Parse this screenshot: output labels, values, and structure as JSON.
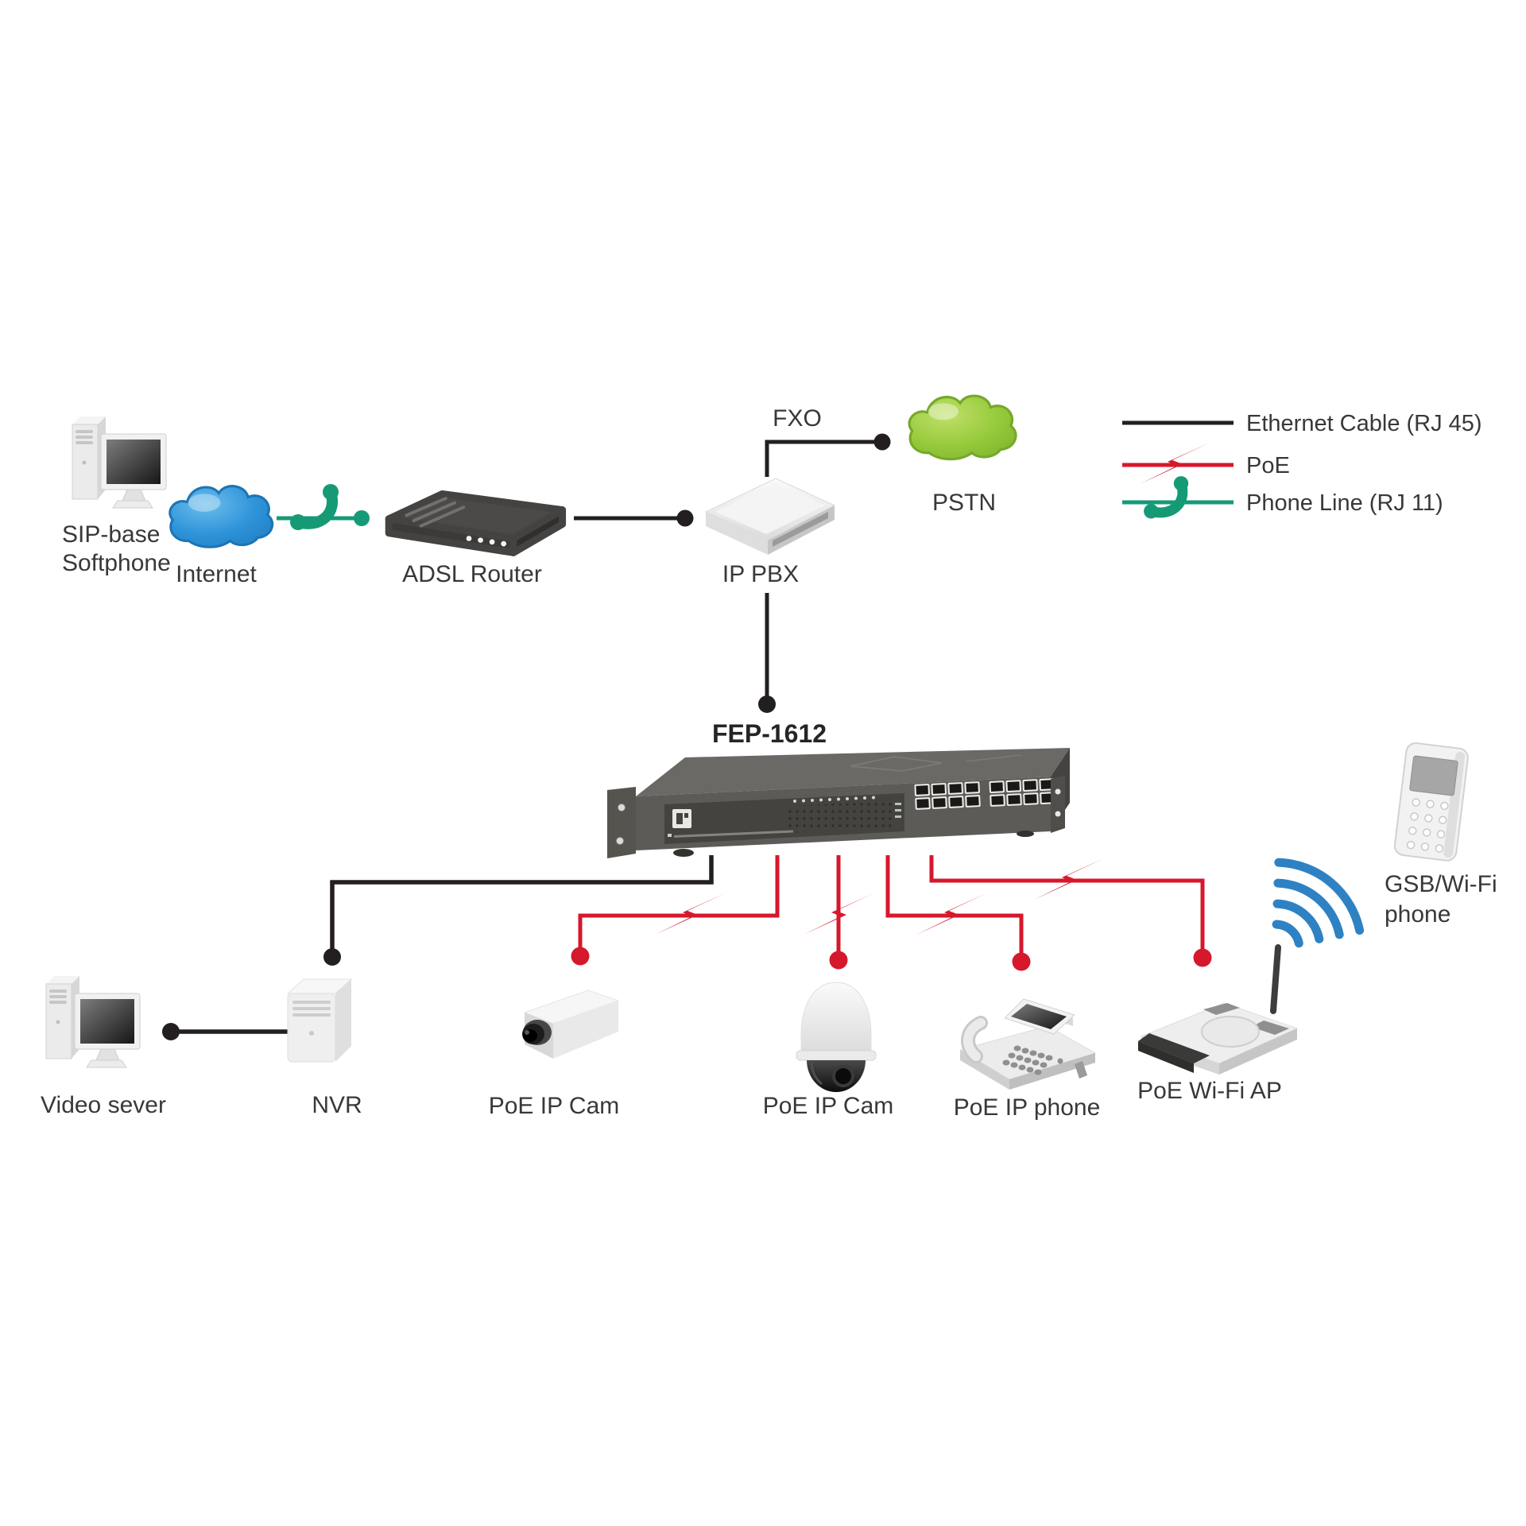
{
  "colors": {
    "line_black": "#231f20",
    "line_poe_red": "#d6182c",
    "line_phone_green": "#169a76",
    "wifi_blue": "#2e82c3",
    "internet_cloud_blue": "#2e93d9",
    "pstn_cloud_green": "#96ca3b"
  },
  "nodes": {
    "sip_softphone": {
      "label_line1": "SIP-base",
      "label_line2": "Softphone"
    },
    "internet": {
      "label": "Internet"
    },
    "adsl_router": {
      "label": "ADSL Router"
    },
    "ip_pbx": {
      "label": "IP PBX"
    },
    "fxo_port": {
      "label": "FXO"
    },
    "pstn": {
      "label": "PSTN"
    },
    "switch": {
      "model": "FEP-1612"
    },
    "video_server": {
      "label": "Video sever"
    },
    "nvr": {
      "label": "NVR"
    },
    "poe_ip_cam_box": {
      "label": "PoE IP Cam"
    },
    "poe_ip_cam_dome": {
      "label": "PoE IP Cam"
    },
    "poe_ip_phone": {
      "label": "PoE IP phone"
    },
    "poe_wifi_ap": {
      "label": "PoE Wi-Fi AP"
    },
    "gsb_wifi_phone": {
      "label_line1": "GSB/Wi-Fi",
      "label_line2": "phone"
    }
  },
  "legend": {
    "items": [
      {
        "label": "Ethernet Cable (RJ 45)"
      },
      {
        "label": "PoE"
      },
      {
        "label": "Phone Line (RJ 11)"
      }
    ]
  }
}
